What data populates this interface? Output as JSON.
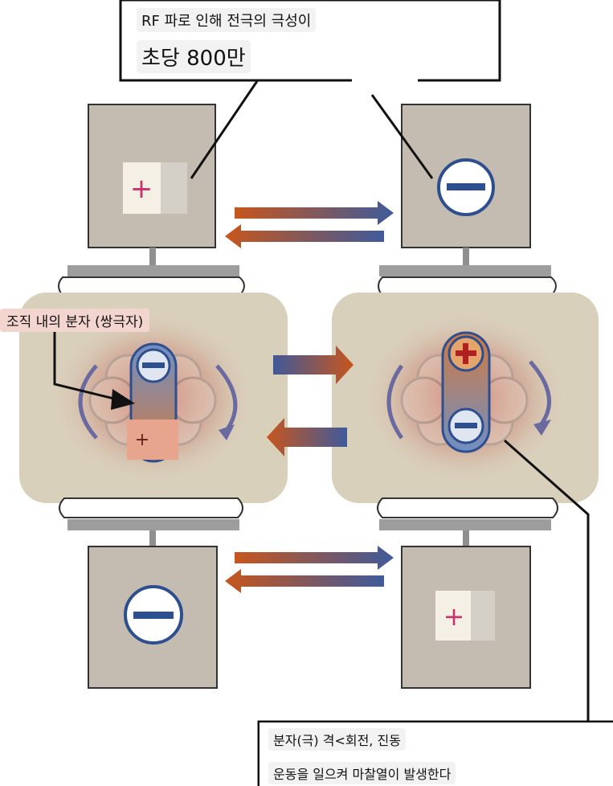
{
  "callout_top": {
    "line1": "RF 파로 인해 전극의 극성이",
    "line2": "초당 800만"
  },
  "molecule_label": "조직 내의 분자 (쌍극자)",
  "callout_bottom": {
    "line1": "분자(극) 격<회전, 진동",
    "line2": "운동을 일으켜 마찰열이 발생한다"
  },
  "symbols": {
    "plus": "+",
    "minus": "−"
  },
  "colors": {
    "electrode": "#c4bcb0",
    "tissue": "#d9d0bc",
    "arrow_orange": "#c7561c",
    "arrow_blue": "#3f5a9a",
    "plus_pink": "#c8336d",
    "minus_blue": "#2e4f8f"
  }
}
